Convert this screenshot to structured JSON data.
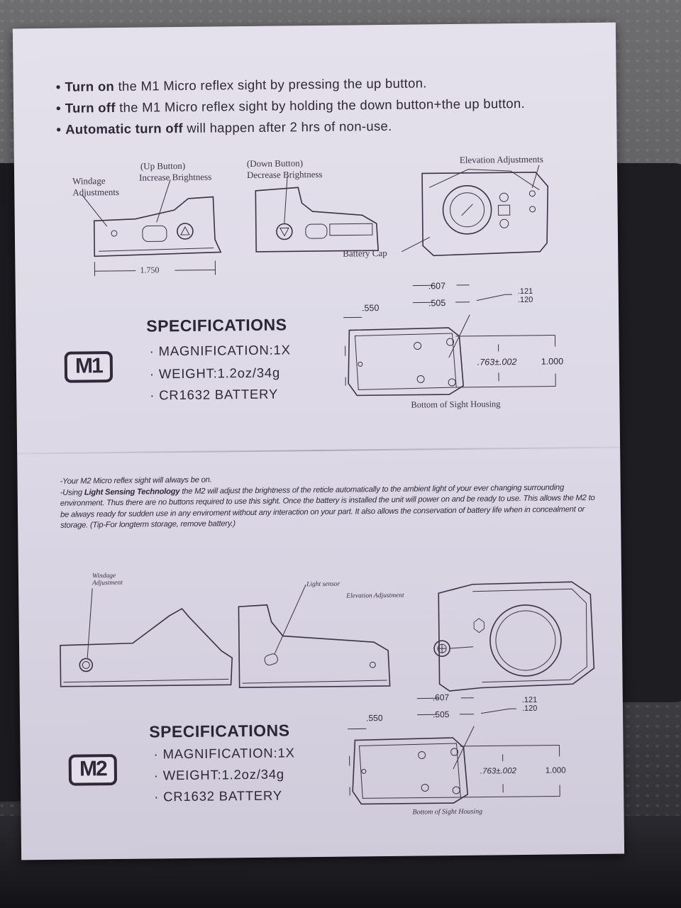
{
  "bullets": [
    {
      "lead": "Turn on",
      "rest": " the M1 Micro reflex sight by pressing the up button."
    },
    {
      "lead": "Turn off",
      "rest": " the M1 Micro reflex sight by holding the down button+the up button."
    },
    {
      "lead": "Automatic turn off",
      "rest": " will happen after 2 hrs of non-use."
    }
  ],
  "m1": {
    "labels": {
      "windage": "Windage\nAdjustments",
      "up_button": "(Up Button)",
      "increase": "Increase Brightness",
      "down_button": "(Down Button)",
      "decrease": "Decrease Brightness",
      "elevation": "Elevation Adjustments",
      "battery_cap": "Battery Cap",
      "length": "1.750",
      "bottom": "Bottom of Sight Housing"
    },
    "dims": {
      "d550": ".550",
      "d607": ".607",
      "d505": ".505",
      "d121": ".121",
      "d120": ".120",
      "d763": ".763±.002",
      "d1000": "1.000"
    },
    "badge": "M1",
    "spec_title": "SPECIFICATIONS",
    "specs": [
      "· MAGNIFICATION:1X",
      "· WEIGHT:1.2oz/34g",
      "· CR1632 BATTERY"
    ]
  },
  "m2_text": {
    "line1": "-Your M2 Micro reflex sight will always be on.",
    "line2_pre": "-Using ",
    "line2_bold": "Light Sensing Technology",
    "line2_post": " the M2 will adjust the brightness of the reticle automatically to the ambient light of your ever changing surrounding environment. Thus there are no buttons required to use this sight. Once the battery is installed the unit will power on and be ready to use. This allows the M2 to be always ready for sudden use in any enviroment without any interaction on your part. It also allows the conservation of battery life when in concealment or storage. (Tip-For longterm storage, remove battery.)"
  },
  "m2": {
    "labels": {
      "windage": "Windage\nAdjustment",
      "light_sensor": "Light sensor",
      "elevation": "Elevation Adjustment",
      "bottom": "Bottom of Sight Housing"
    },
    "dims": {
      "d550": ".550",
      "d607": ".607",
      "d505": ".505",
      "d121": ".121",
      "d120": ".120",
      "d763": ".763±.002",
      "d1000": "1.000"
    },
    "badge": "M2",
    "spec_title": "SPECIFICATIONS",
    "specs": [
      "· MAGNIFICATION:1X",
      "· WEIGHT:1.2oz/34g",
      "· CR1632 BATTERY"
    ]
  },
  "colors": {
    "ink": "#2e2838",
    "paper": "#e2dfea"
  }
}
